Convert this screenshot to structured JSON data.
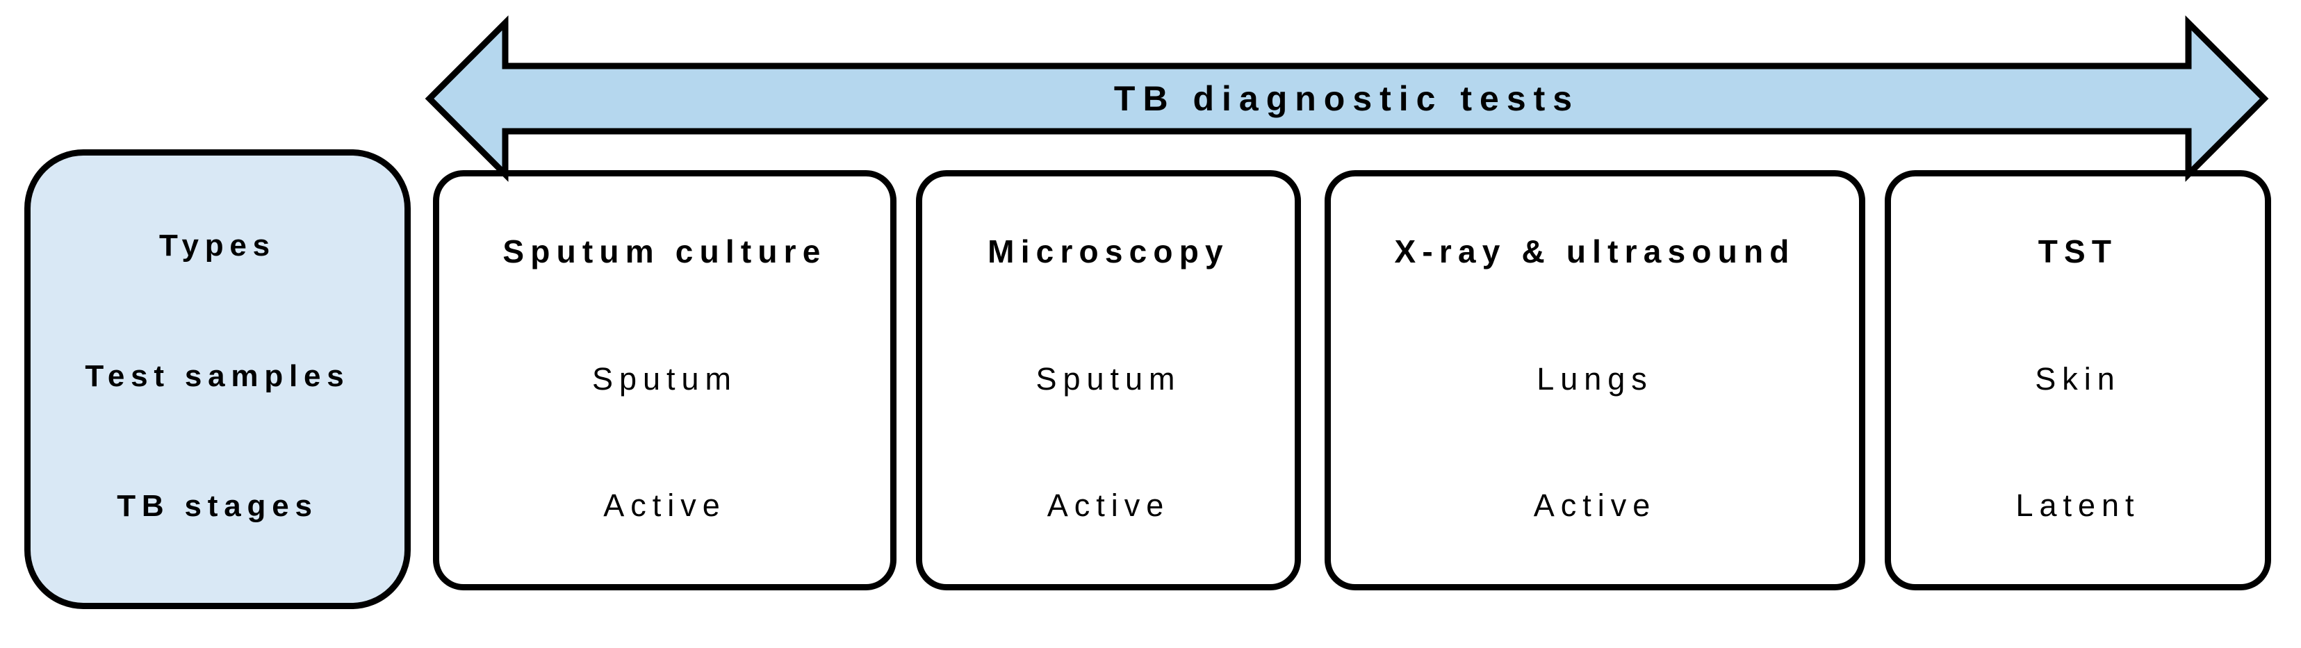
{
  "arrow": {
    "label": "TB diagnostic tests"
  },
  "legend": {
    "types": "Types",
    "test_samples": "Test samples",
    "tb_stages": "TB stages"
  },
  "columns": [
    {
      "title": "Sputum culture",
      "sample": "Sputum",
      "stage": "Active"
    },
    {
      "title": "Microscopy",
      "sample": "Sputum",
      "stage": "Active"
    },
    {
      "title": "X-ray & ultrasound",
      "sample": "Lungs",
      "stage": "Active"
    },
    {
      "title": "TST",
      "sample": "Skin",
      "stage": "Latent"
    }
  ],
  "colors": {
    "arrow_fill": "#B5D7EE",
    "legend_fill": "#D9E8F5",
    "box_fill": "#FFFFFF",
    "outline": "#000000",
    "text": "#000000"
  }
}
